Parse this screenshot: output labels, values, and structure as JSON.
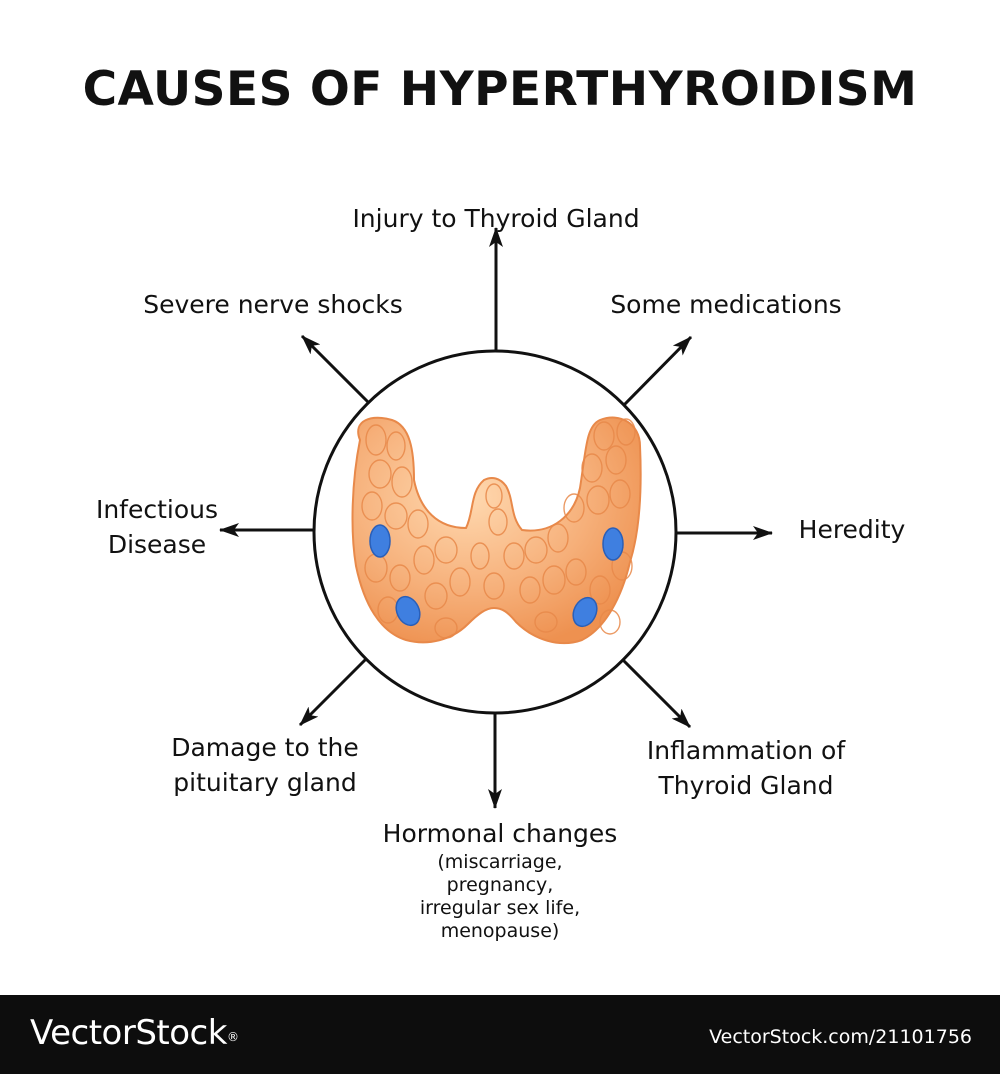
{
  "title": "CAUSES OF HYPERTHYROIDISM",
  "causes": {
    "top": "Injury to Thyroid Gland",
    "top_left": "Severe nerve shocks",
    "top_right": "Some medications",
    "left_line1": "Infectious",
    "left_line2": "Disease",
    "right": "Heredity",
    "bottom_left_line1": "Damage to the",
    "bottom_left_line2": "pituitary gland",
    "bottom_right_line1": "Inflammation of",
    "bottom_right_line2": "Thyroid Gland",
    "bottom": "Hormonal changes",
    "bottom_detail_line1": "(miscarriage,",
    "bottom_detail_line2": "pregnancy,",
    "bottom_detail_line3": "irregular sex life,",
    "bottom_detail_line4": "menopause)"
  },
  "colors": {
    "gland_fill": "#f6b07a",
    "gland_edge": "#e8894a",
    "nodule": "#3f7fe0",
    "footer_bg": "#0d0d0d"
  },
  "icons": {
    "center": "thyroid-gland-icon"
  },
  "footer": {
    "brand": "VectorStock",
    "trademark": "®",
    "image_id": "VectorStock.com/21101756"
  }
}
